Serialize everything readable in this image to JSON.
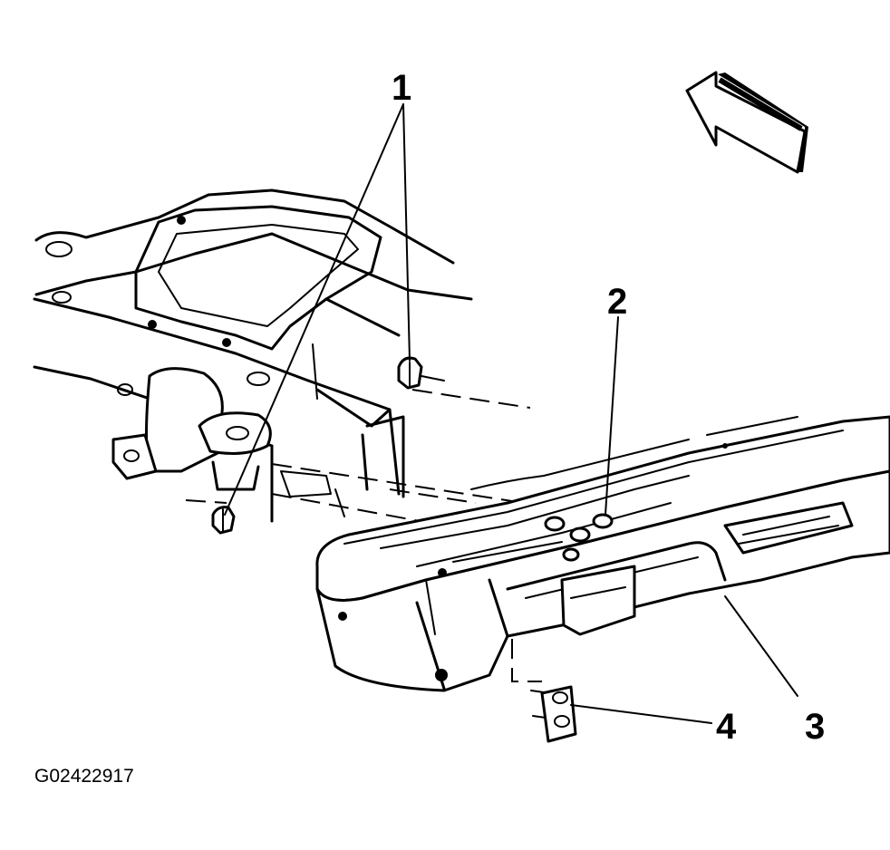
{
  "callouts": [
    {
      "id": "1",
      "label": "1"
    },
    {
      "id": "2",
      "label": "2"
    },
    {
      "id": "3",
      "label": "3"
    },
    {
      "id": "4",
      "label": "4"
    }
  ],
  "figure_id": "G02422917",
  "direction_arrow": "forward-arrow-icon"
}
